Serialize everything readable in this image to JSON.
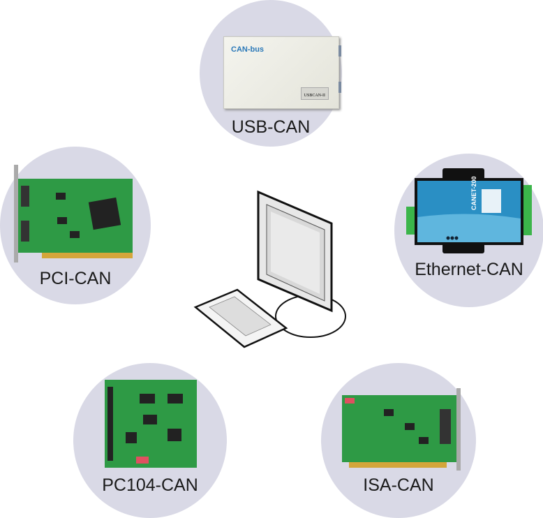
{
  "nodes": {
    "usb": {
      "label": "USB-CAN",
      "device_text": "CAN-bus",
      "model": "USBCAN-II"
    },
    "ethernet": {
      "label": "Ethernet-CAN",
      "model": "CANET-200"
    },
    "pci": {
      "label": "PCI-CAN"
    },
    "pc104": {
      "label": "PC104-CAN"
    },
    "isa": {
      "label": "ISA-CAN"
    }
  },
  "colors": {
    "circle": "#d9d9e6",
    "pcb": "#2e9a45",
    "ethernet_body": "#2a8fc4"
  }
}
